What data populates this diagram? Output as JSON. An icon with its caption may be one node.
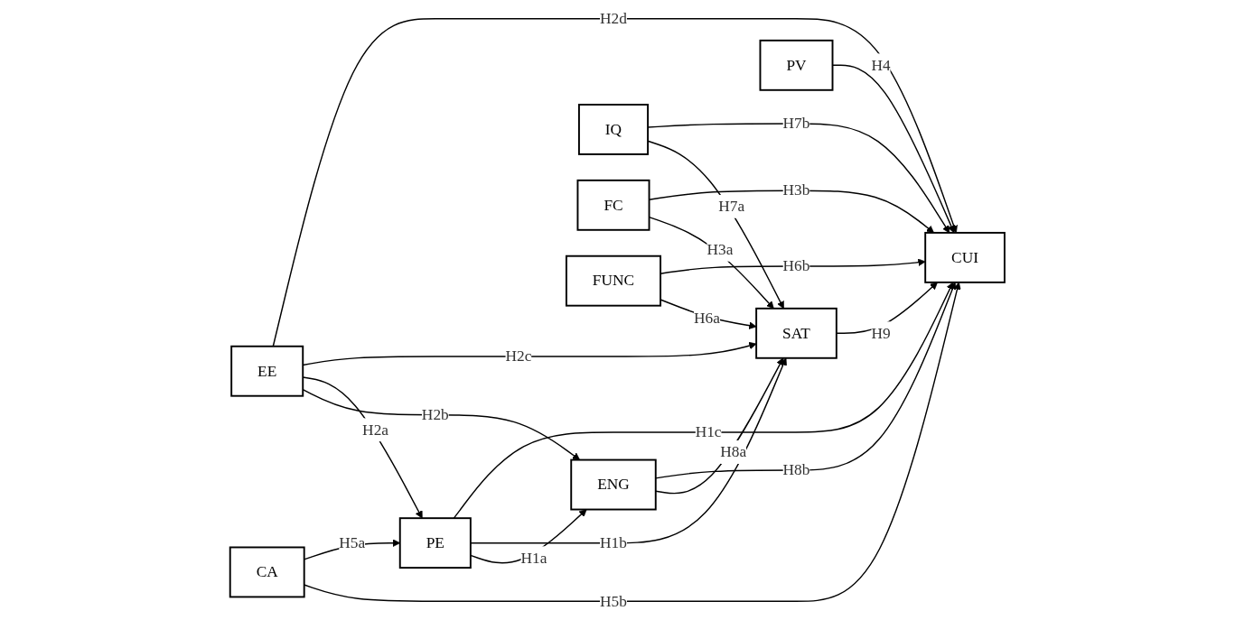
{
  "diagram": {
    "nodes": [
      {
        "text": [
          "ENG"
        ]
      },
      {
        "text": [
          "PE"
        ]
      },
      {
        "text": [
          "SAT"
        ]
      },
      {
        "text": [
          "IQ"
        ]
      },
      {
        "text": [
          "EE"
        ]
      },
      {
        "text": [
          "FC"
        ]
      },
      {
        "text": [
          "CUI"
        ]
      },
      {
        "text": [
          "FUNC"
        ]
      },
      {
        "text": [
          "PV"
        ]
      },
      {
        "text": [
          "CA"
        ]
      }
    ],
    "edges": [
      {
        "from": 1,
        "to": 0,
        "arrow": "to",
        "label": "H1a"
      },
      {
        "from": 4,
        "to": 0,
        "arrow": "to",
        "label": "H2b"
      },
      {
        "from": 1,
        "to": 2,
        "arrow": "to",
        "label": "H1b"
      },
      {
        "from": 4,
        "to": 1,
        "arrow": "to",
        "label": "H2a"
      },
      {
        "from": 4,
        "to": 2,
        "arrow": "to",
        "label": "H2c"
      },
      {
        "from": 5,
        "to": 2,
        "arrow": "to",
        "label": "H3a"
      },
      {
        "from": 0,
        "to": 2,
        "arrow": "to",
        "label": "H8a"
      },
      {
        "from": 3,
        "to": 2,
        "arrow": "to",
        "label": "H7a"
      },
      {
        "from": 7,
        "to": 2,
        "arrow": "to",
        "label": "H6a"
      },
      {
        "from": 1,
        "to": 6,
        "arrow": "to",
        "label": "H1c"
      },
      {
        "from": 4,
        "to": 6,
        "arrow": "to",
        "label": "H2d"
      },
      {
        "from": 5,
        "to": 6,
        "arrow": "to",
        "label": "H3b"
      },
      {
        "from": 8,
        "to": 6,
        "arrow": "to",
        "label": "H4"
      },
      {
        "from": 9,
        "to": 6,
        "arrow": "to",
        "label": "H5b"
      },
      {
        "from": 0,
        "to": 6,
        "arrow": "to",
        "label": "H8b"
      },
      {
        "from": 2,
        "to": 6,
        "arrow": "to",
        "label": "H9"
      },
      {
        "from": 3,
        "to": 6,
        "arrow": "to",
        "label": "H7b"
      },
      {
        "from": 7,
        "to": 6,
        "arrow": "to",
        "label": "H6b"
      },
      {
        "from": 9,
        "to": 1,
        "arrow": "to",
        "label": "H5a"
      }
    ]
  }
}
